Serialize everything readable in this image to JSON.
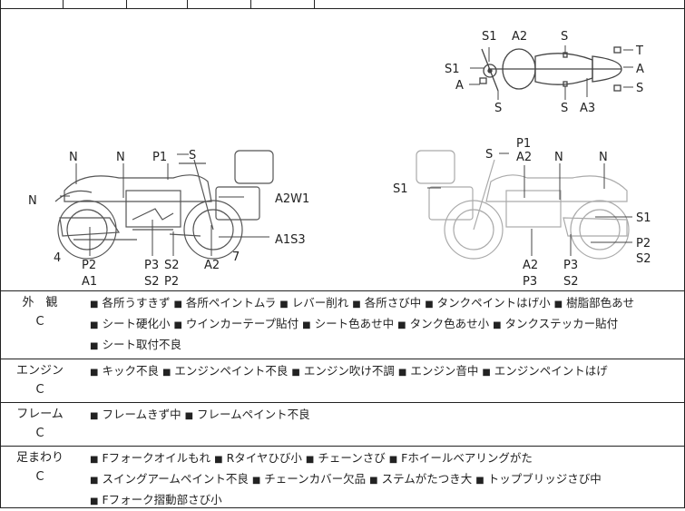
{
  "diagram": {
    "top_view_labels": [
      "S1",
      "A2",
      "S",
      "S1",
      "A",
      "S",
      "T",
      "A",
      "S",
      "S",
      "A3"
    ],
    "left_view_labels": [
      "N",
      "N",
      "P1",
      "S",
      "N",
      "A2W1",
      "A1S3",
      "4",
      "P2",
      "A1",
      "P3",
      "S2",
      "S2",
      "P2",
      "A2",
      "7"
    ],
    "right_view_labels": [
      "S",
      "P1",
      "A2",
      "N",
      "N",
      "S1",
      "S1",
      "P2",
      "S2",
      "A2",
      "P3",
      "P3",
      "S2"
    ]
  },
  "sections": [
    {
      "title": "外　観",
      "grade": "C",
      "items": [
        "各所うすきず",
        "各所ペイントムラ",
        "レバー削れ",
        "各所さび中",
        "タンクペイントはげ小",
        "樹脂部色あせ",
        "シート硬化小",
        "ウインカーテープ貼付",
        "シート色あせ中",
        "タンク色あせ小",
        "タンクステッカー貼付",
        "シート取付不良"
      ]
    },
    {
      "title": "エンジン",
      "grade": "C",
      "items": [
        "キック不良",
        "エンジンペイント不良",
        "エンジン吹け不調",
        "エンジン音中",
        "エンジンペイントはげ"
      ]
    },
    {
      "title": "フレーム",
      "grade": "C",
      "items": [
        "フレームきず中",
        "フレームペイント不良"
      ]
    },
    {
      "title": "足まわり",
      "grade": "C",
      "items": [
        "Fフォークオイルもれ",
        "Rタイヤひび小",
        "チェーンさび",
        "Fホイールベアリングがた",
        "スイングアームペイント不良",
        "チェーンカバー欠品",
        "ステムがたつき大",
        "トップブリッジさび中",
        "Fフォーク摺動部さび小"
      ]
    }
  ]
}
